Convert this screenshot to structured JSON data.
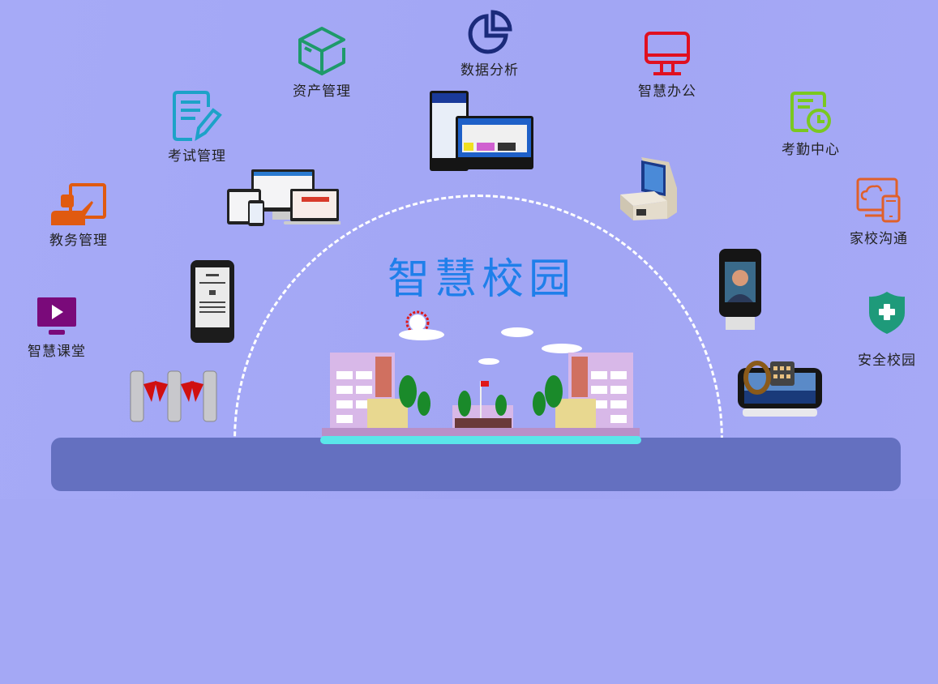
{
  "title": "智慧校园",
  "colors": {
    "background": "#a4a8f5",
    "ground": "#6470c0",
    "title": "#1f7fea",
    "dome_line": "#ffffff"
  },
  "modules": [
    {
      "id": "smart-classroom",
      "label": "智慧课堂",
      "icon": "play-screen-icon",
      "color": "#7a0a7a"
    },
    {
      "id": "academic-affairs",
      "label": "教务管理",
      "icon": "teacher-board-icon",
      "color": "#e05a10"
    },
    {
      "id": "exam-management",
      "label": "考试管理",
      "icon": "document-edit-icon",
      "color": "#1ca2c8"
    },
    {
      "id": "asset-management",
      "label": "资产管理",
      "icon": "box-icon",
      "color": "#1e9a6a"
    },
    {
      "id": "data-analysis",
      "label": "数据分析",
      "icon": "pie-chart-icon",
      "color": "#1a2a7a"
    },
    {
      "id": "smart-office",
      "label": "智慧办公",
      "icon": "monitor-icon",
      "color": "#e01020"
    },
    {
      "id": "attendance-center",
      "label": "考勤中心",
      "icon": "document-clock-icon",
      "color": "#7ac820"
    },
    {
      "id": "home-school",
      "label": "家校沟通",
      "icon": "cloud-devices-icon",
      "color": "#e0602a"
    },
    {
      "id": "safe-campus",
      "label": "安全校园",
      "icon": "shield-plus-icon",
      "color": "#1e9a7a"
    }
  ],
  "devices": [
    {
      "name": "turnstile-gates"
    },
    {
      "name": "e-ink-class-sign"
    },
    {
      "name": "multi-screen-web-devices"
    },
    {
      "name": "interactive-kiosk-screens"
    },
    {
      "name": "self-service-terminal"
    },
    {
      "name": "face-recognition-terminal"
    },
    {
      "name": "smart-wristband-reader"
    }
  ]
}
